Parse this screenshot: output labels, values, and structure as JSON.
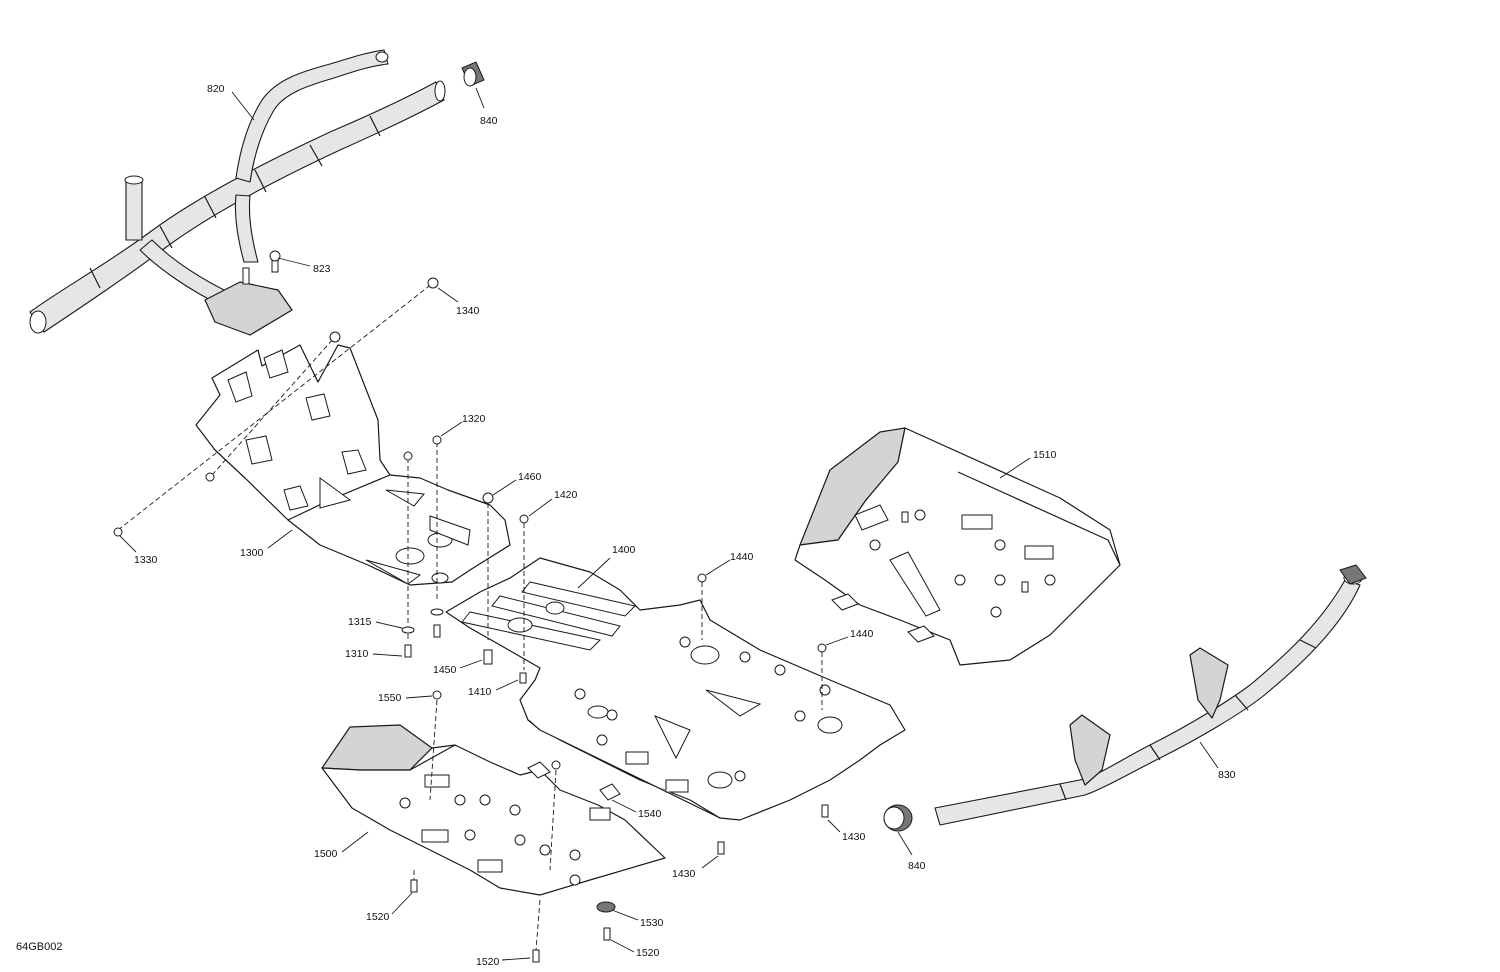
{
  "figure_ref": "64GB002",
  "callouts": {
    "c820": "820",
    "c840a": "840",
    "c823": "823",
    "c1340": "1340",
    "c1320": "1320",
    "c1460": "1460",
    "c1420": "1420",
    "c1330": "1330",
    "c1300": "1300",
    "c1400": "1400",
    "c1440a": "1440",
    "c1440b": "1440",
    "c1510": "1510",
    "c1315": "1315",
    "c1310": "1310",
    "c1450": "1450",
    "c1410": "1410",
    "c1550": "1550",
    "c1540": "1540",
    "c1430a": "1430",
    "c1430b": "1430",
    "c830": "830",
    "c840b": "840",
    "c1500": "1500",
    "c1520a": "1520",
    "c1530": "1530",
    "c1520b": "1520",
    "c1520c": "1520"
  }
}
